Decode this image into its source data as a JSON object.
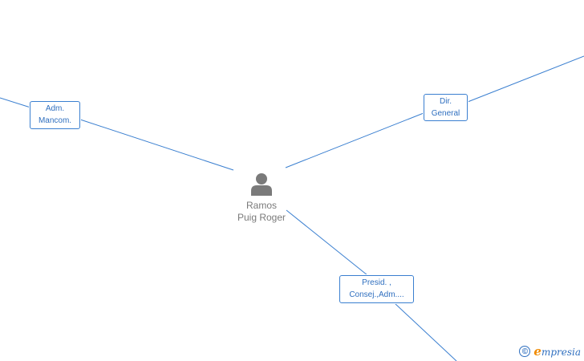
{
  "center_person": {
    "name_line1": "Ramos",
    "name_line2": "Puig Roger",
    "icon": "person-icon"
  },
  "roles": [
    {
      "line1": "Adm.",
      "line2": "Mancom."
    },
    {
      "line1": "Dir.",
      "line2": "General"
    },
    {
      "line1": "Presid. ,",
      "line2": "Consej.,Adm...."
    }
  ],
  "brand": {
    "copyright_symbol": "©",
    "initial": "e",
    "name": "mpresia"
  },
  "colors": {
    "edge": "#3a7fd0",
    "role_text": "#2f6fbf",
    "person": "#7a7a7a",
    "brand_accent": "#f08a00"
  }
}
